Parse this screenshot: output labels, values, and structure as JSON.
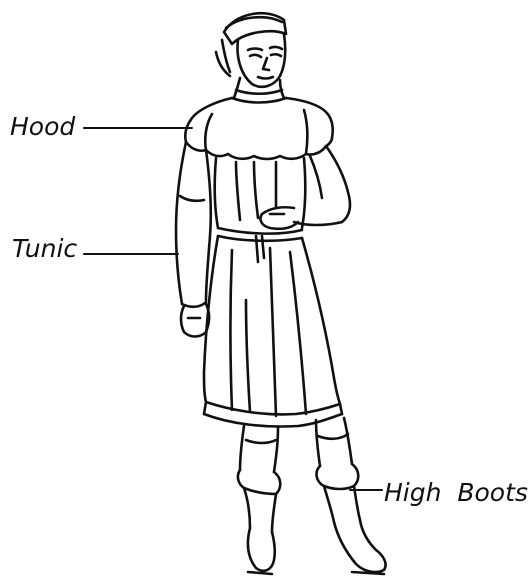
{
  "labels": {
    "hood": "Hood",
    "tunic": "Tunic",
    "high_boots": "High  Boots"
  },
  "colors": {
    "ink": "#111111",
    "paper": "#ffffff"
  }
}
